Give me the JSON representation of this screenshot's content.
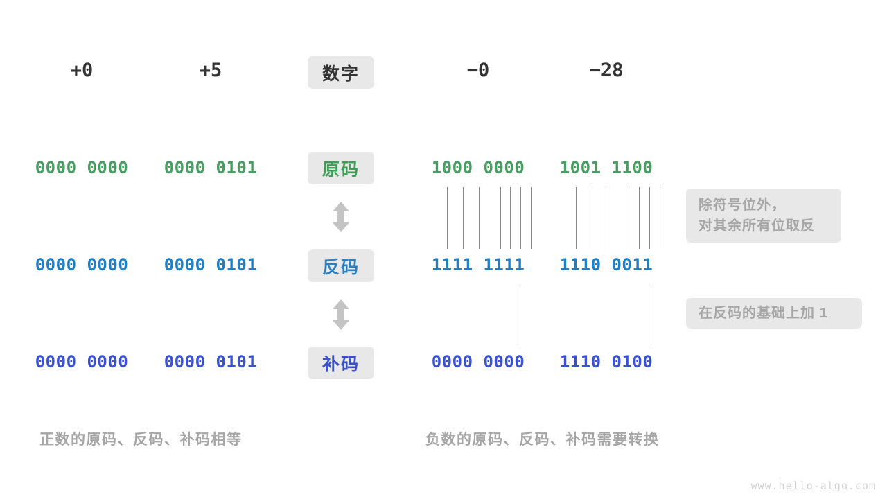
{
  "page": {
    "background": "#ffffff",
    "watermark": "www.hello-algo.com"
  },
  "colors": {
    "sign_magnitude": "#4a9d62",
    "ones_complement": "#1f7fc4",
    "twos_complement": "#3a52cf",
    "pill_background": "#e8e8e8",
    "note_text": "#a6a6a6",
    "header_text": "#333333",
    "connector_line": "#8a8a8a",
    "arrow": "#c4c4c4"
  },
  "header": {
    "row_label": "数字",
    "columns": [
      {
        "name": "plus-zero",
        "value": "+0"
      },
      {
        "name": "plus-five",
        "value": "+5"
      },
      {
        "name": "minus-zero",
        "value": "−0"
      },
      {
        "name": "minus-28",
        "value": "−28"
      }
    ]
  },
  "rows": [
    {
      "label": "原码",
      "label_color_key": "sign_magnitude",
      "cells": [
        "0000 0000",
        "0000 0101",
        "1000 0000",
        "1001 1100"
      ]
    },
    {
      "label": "反码",
      "label_color_key": "ones_complement",
      "cells": [
        "0000 0000",
        "0000 0101",
        "1111 1111",
        "1110 0011"
      ]
    },
    {
      "label": "补码",
      "label_color_key": "twos_complement",
      "cells": [
        "0000 0000",
        "0000 0101",
        "0000 0000",
        "1110 0100"
      ]
    }
  ],
  "notes": [
    {
      "name": "invert-note",
      "lines": [
        "除符号位外，",
        "对其余所有位取反"
      ]
    },
    {
      "name": "add-one-note",
      "lines": [
        "在反码的基础上加  1"
      ]
    }
  ],
  "captions": {
    "left": "正数的原码、反码、补码相等",
    "right": "负数的原码、反码、补码需要转换"
  },
  "arrows": [
    {
      "name": "arrow-sign-to-ones"
    },
    {
      "name": "arrow-ones-to-twos"
    }
  ]
}
